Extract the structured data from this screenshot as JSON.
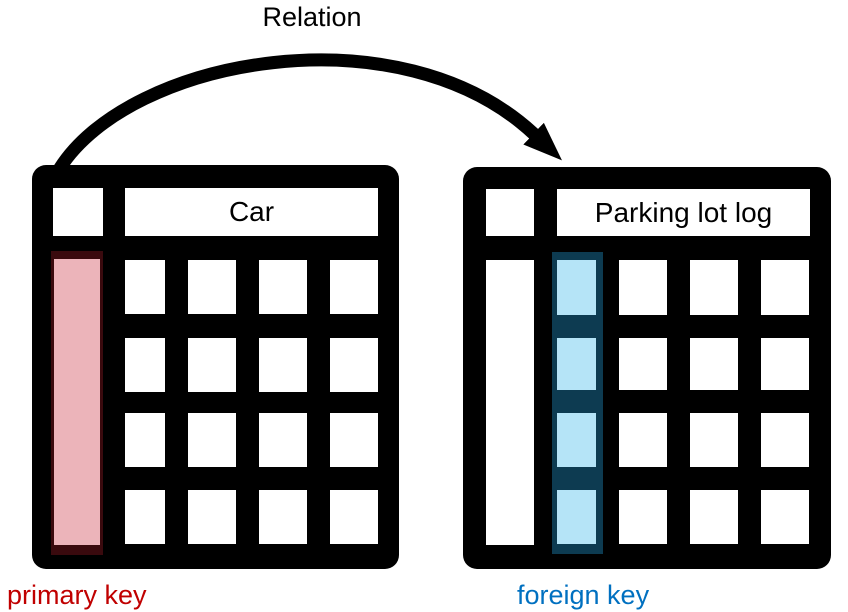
{
  "relation_label": "Relation",
  "tables": {
    "car": {
      "title": "Car",
      "rows": 4,
      "columns": 5,
      "key_column": "primary key"
    },
    "parking_lot_log": {
      "title": "Parking lot log",
      "rows": 4,
      "columns": 5,
      "key_column": "foreign key"
    }
  },
  "labels": {
    "primary_key": "primary key",
    "foreign_key": "foreign key"
  },
  "icons": {
    "arrow": "curved-arrow-icon"
  },
  "colors": {
    "arrow": "#000000",
    "table_frame": "#000000",
    "cell_fill": "#ffffff",
    "heading_text": "#000000",
    "primary_key_fill": "#ecb4ba",
    "primary_key_border": "#3a0a0e",
    "foreign_key_fill": "#b5e4f7",
    "foreign_key_border": "#0d3b51",
    "primary_key_text": "#c00000",
    "foreign_key_text": "#0070c0"
  }
}
